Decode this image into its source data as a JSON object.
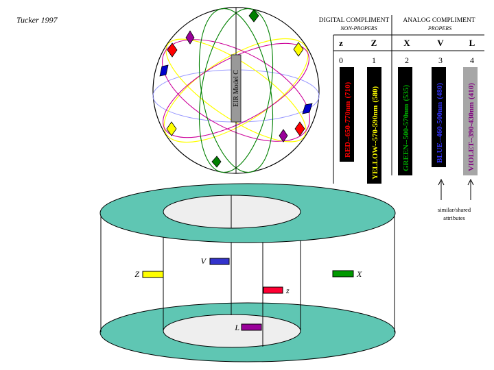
{
  "author_credit": "Tucker 1997",
  "sphere": {
    "axis_label": "EIR Model C",
    "colors": {
      "green": "#008000",
      "yellow": "#ffff00",
      "magenta": "#cc0099",
      "red": "#ff0000",
      "purple": "#800080",
      "blue": "#0000cc",
      "lavender": "#9999ff"
    }
  },
  "table": {
    "groups": [
      {
        "title": "DIGITAL COMPLIMENT",
        "subtitle": "NON-PROPERS"
      },
      {
        "title": "ANALOG COMPLIMENT",
        "subtitle": "PROPERS"
      }
    ],
    "columns": [
      {
        "letter": "z",
        "number": "0",
        "band": "RED--650-770nm",
        "peak": "(710)",
        "bar_color": "#000000",
        "text_color": "#ff0000"
      },
      {
        "letter": "Z",
        "number": "1",
        "band": "YELLOW--570-590nm",
        "peak": "(580)",
        "bar_color": "#000000",
        "text_color": "#ffff00"
      },
      {
        "letter": "X",
        "number": "2",
        "band": "GREEN--500-570nm",
        "peak": "(535)",
        "bar_color": "#000000",
        "text_color": "#00aa00"
      },
      {
        "letter": "V",
        "number": "3",
        "band": "BLUE--460-500nm",
        "peak": "(480)",
        "bar_color": "#000000",
        "text_color": "#3333ff"
      },
      {
        "letter": "L",
        "number": "4",
        "band": "VIOLET--390-430nm",
        "peak": "(410)",
        "bar_color": "#a6a6a6",
        "text_color": "#800080"
      }
    ],
    "note_line1": "similar/shared",
    "note_line2": "attributes"
  },
  "cylinder": {
    "ring_color": "#5fc6b3",
    "hole_color": "#eeeeee",
    "markers": [
      {
        "letter": "Z",
        "color": "#ffff00"
      },
      {
        "letter": "V",
        "color": "#3333cc"
      },
      {
        "letter": "z",
        "color": "#ff0033"
      },
      {
        "letter": "X",
        "color": "#009900"
      },
      {
        "letter": "L",
        "color": "#990099"
      }
    ]
  }
}
